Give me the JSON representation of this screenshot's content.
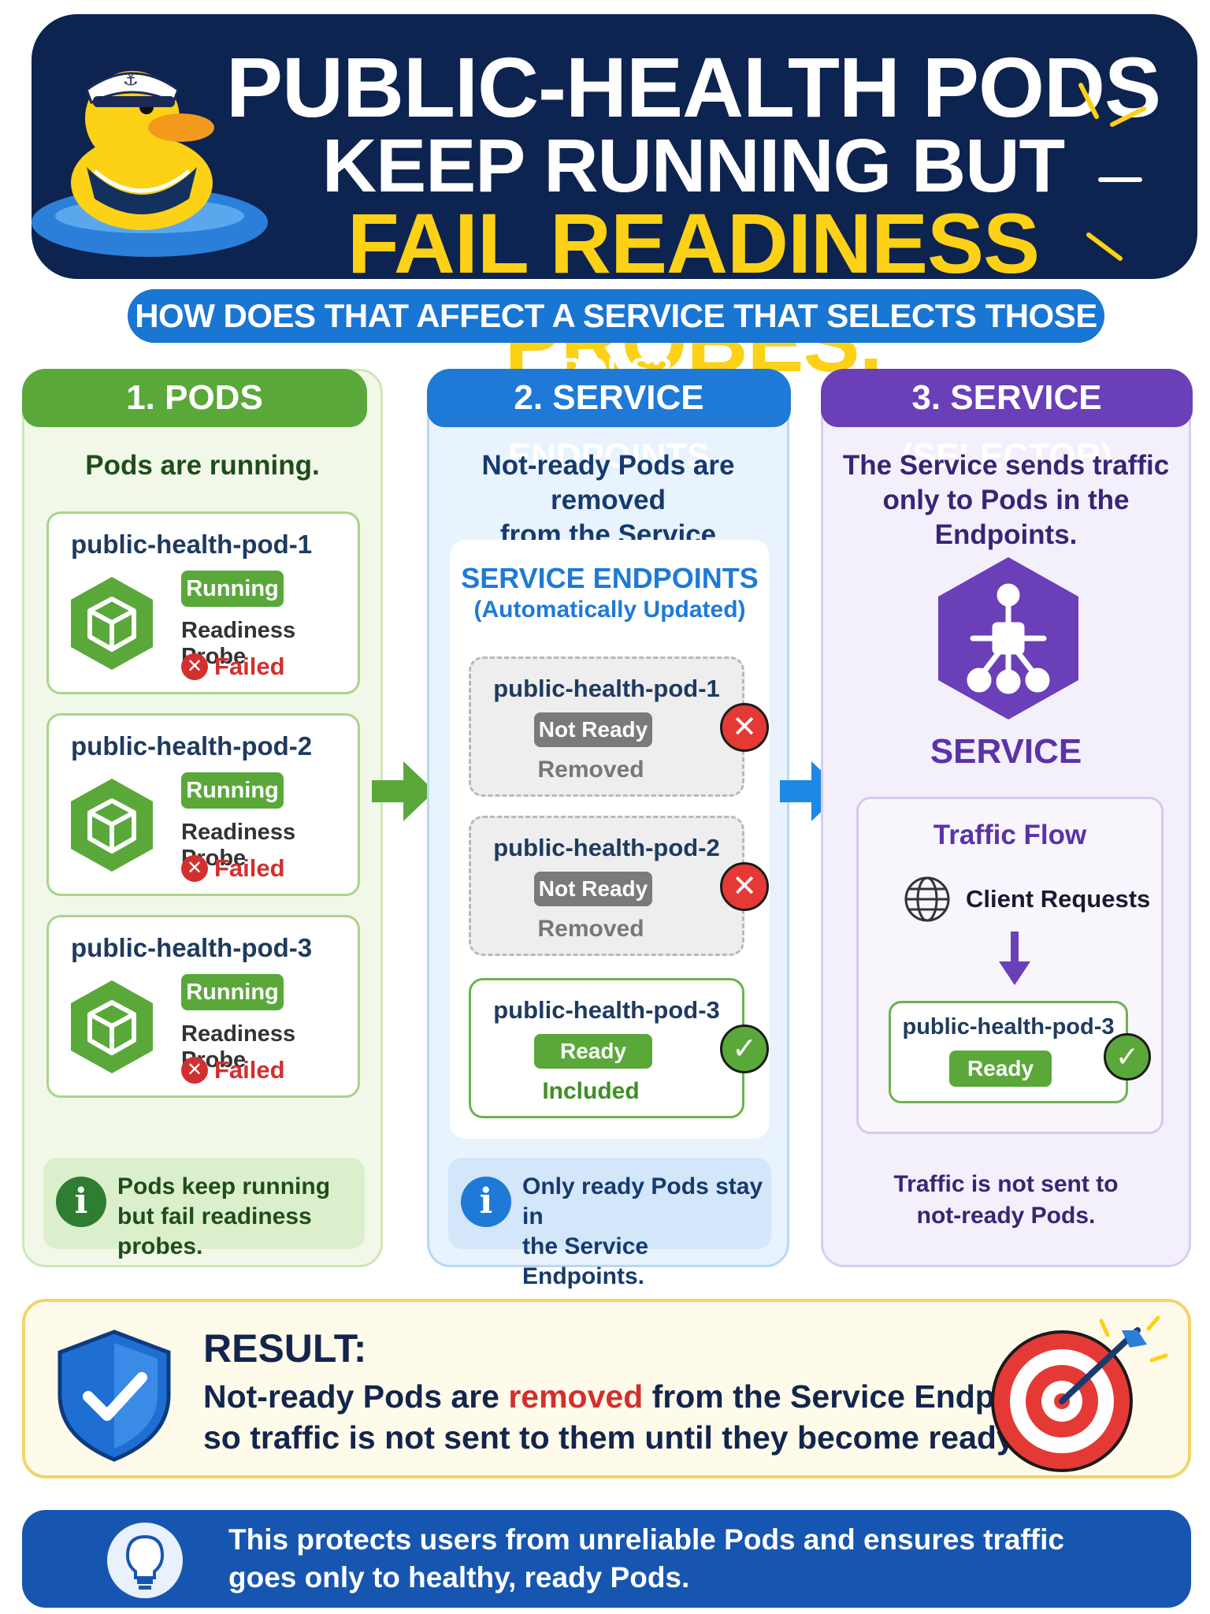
{
  "header": {
    "line1": "PUBLIC-HEALTH PODS",
    "line2": "KEEP RUNNING BUT",
    "line3": "FAIL READINESS PROBES."
  },
  "question": "HOW DOES THAT AFFECT A SERVICE THAT SELECTS THOSE PODS?",
  "colors": {
    "navy": "#0d2350",
    "yellow": "#fcd116",
    "green": "#5aa83a",
    "blue": "#1e7ad6",
    "purple": "#6a3fb8",
    "red": "#d32f2f"
  },
  "pods": {
    "title": "1. PODS",
    "subtitle": "Pods are running.",
    "items": [
      {
        "name": "public-health-pod-1",
        "status": "Running",
        "probe_label": "Readiness Probe",
        "probe_result": "Failed"
      },
      {
        "name": "public-health-pod-2",
        "status": "Running",
        "probe_label": "Readiness Probe",
        "probe_result": "Failed"
      },
      {
        "name": "public-health-pod-3",
        "status": "Running",
        "probe_label": "Readiness Probe",
        "probe_result": "Failed"
      }
    ],
    "info_line1": "Pods keep running",
    "info_line2": "but fail readiness probes."
  },
  "endpoints": {
    "title": "2. SERVICE ENDPOINTS",
    "subtitle_line1": "Not-ready Pods are removed",
    "subtitle_line2": "from the Service Endpoints.",
    "panel_title": "SERVICE ENDPOINTS",
    "panel_subtitle": "(Automatically Updated)",
    "items": [
      {
        "name": "public-health-pod-1",
        "badge": "Not Ready",
        "state": "Removed",
        "icon": "x-circle-icon"
      },
      {
        "name": "public-health-pod-2",
        "badge": "Not Ready",
        "state": "Removed",
        "icon": "x-circle-icon"
      },
      {
        "name": "public-health-pod-3",
        "badge": "Ready",
        "state": "Included",
        "icon": "check-circle-icon"
      }
    ],
    "info_line1": "Only ready Pods stay in",
    "info_line2": "the Service Endpoints."
  },
  "service": {
    "title": "3. SERVICE (SELECTOR)",
    "subtitle_line1": "The Service sends traffic",
    "subtitle_line2": "only to Pods in the Endpoints.",
    "label": "SERVICE",
    "flow_title": "Traffic Flow",
    "client": "Client Requests",
    "target_pod": "public-health-pod-3",
    "target_badge": "Ready",
    "note_line1": "Traffic is not sent to",
    "note_line2": "not-ready Pods."
  },
  "result": {
    "heading": "RESULT:",
    "line1_pre": "Not-ready Pods are ",
    "line1_highlight": "removed",
    "line1_post": " from the Service Endpoints",
    "line2": "so traffic is not sent to them until they become ready."
  },
  "footer": {
    "line1": "This protects users from unreliable Pods and ensures traffic",
    "line2": "goes only to healthy, ready Pods."
  }
}
